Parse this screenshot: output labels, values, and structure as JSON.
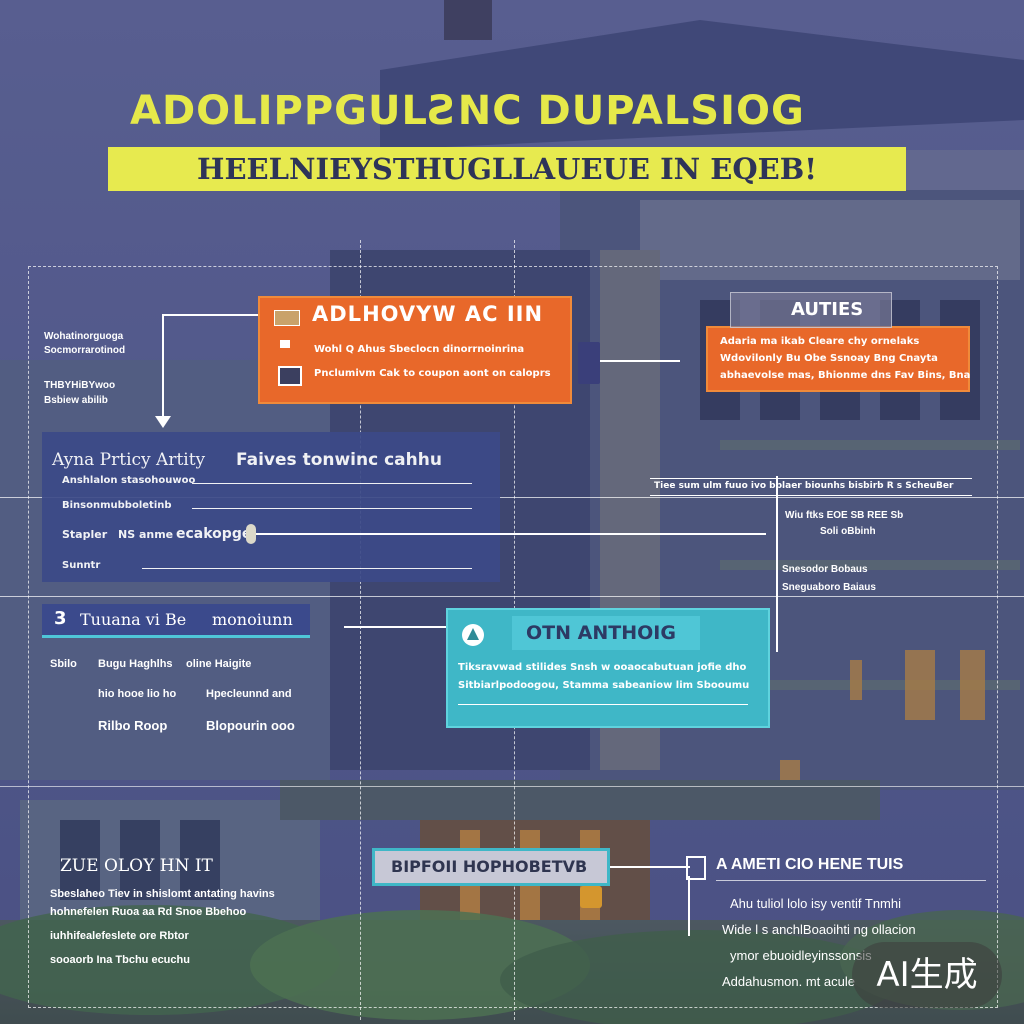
{
  "header": {
    "title": "ADOLIPPGULƧNC DUPALSIOG",
    "subtitle": "HEELNIEYSTHUGLLAUEUE IN EQEB!"
  },
  "left_notes": {
    "top1": "Wohatinorguoga",
    "top2": "Socmorrarotinod",
    "mid1": "THBYHiBYwoo",
    "mid2": "Bsbiew abilib"
  },
  "orange_center": {
    "title": "ADLHOVYW AC IIN",
    "line1": "Wohl Q Ahus Sbeclocn dinorrnoinrina",
    "line2": "Pnclumivm  Cak to coupon aont on caloprs"
  },
  "orange_right": {
    "title": "AUTIES",
    "line1": "Adaria ma ikab Cleare chy ornelaks",
    "line2": "Wdovilonly Bu Obe Ssnoay  Bng Cnayta",
    "line3": "abhaevolse mas, Bhionme dns Fav Bins, Bna"
  },
  "navy_mid": {
    "title_a": "Ayna Prticy Artity",
    "title_b": "Faives tonwinc cahhu",
    "item1": "Anshlalon stasohouwoo",
    "item2": "Binsonmubboletinb",
    "item3_a": "Stapler",
    "item3_b": "NS anme",
    "item3_c": "ecakopge",
    "item4": "Sunntr"
  },
  "right_notes": {
    "bar": "Tiee sum ulm fuuo ivo  bblaer biounhs bisbirb R s ScheuBer",
    "r1": "Wiu ftks EOE SB REE Sb",
    "r2": "Soli oBbinh",
    "r3": "Snesodor Bobaus",
    "r4": "Sneguaboro Baiaus"
  },
  "left_section": {
    "header_num": "3",
    "header_text": "Tuuana vi Be",
    "header_text2": "monoiunn",
    "r1a": "Sbilo",
    "r1b": "Bugu Haghlhs",
    "r1c": "oline  Haigite",
    "r2a": "hio hooe lio ho",
    "r2b": "Hpecleunnd and",
    "r3a": "Rilbo  Roop",
    "r3b": "Blopourin ooo"
  },
  "teal_panel": {
    "title": "OTN ANTHOIG",
    "line1": "Tiksravwad stilides  Snsh w ooaocabutuan jofie dho",
    "line2": "Sitbiarlpodoogou, Stamma sabeaniow lim Sbooumu"
  },
  "bottom_left": {
    "title": "ZUE OLOY  HN  IT",
    "line1": "Sbeslaheo  Tiev  in shislomt antating havins",
    "line2": "hohnefelen  Ruoa aa Rd Snoe Bbehoo",
    "line3": "iuhhifealefeslete ore Rbtor",
    "line4": "sooaorb   Ina    Tbchu ecuchu"
  },
  "bottom_center": {
    "title": "BIPFOII  HOPHOBETVB"
  },
  "bottom_right": {
    "title": "A AMETI CIO  HENE TUIS",
    "line1": "Ahu  tuliol  lolo  isy  ventif  Tnmhi",
    "line2": "Wide  l s  anchlBoaoihti  ng  ollacion",
    "line3": "ymor ebuoidleyinssonsis",
    "line4": "Addahusmon. mt acule"
  },
  "watermark": "AI生成"
}
